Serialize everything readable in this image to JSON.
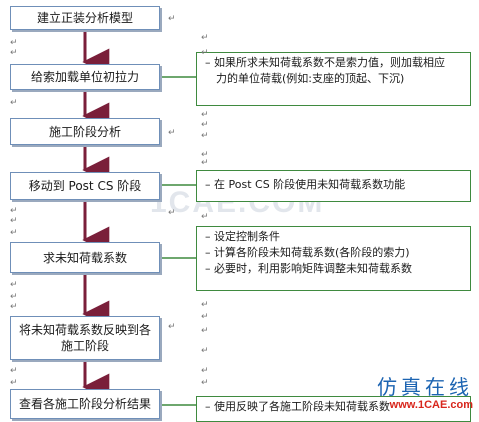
{
  "flow_steps": [
    {
      "label": "建立正装分析模型"
    },
    {
      "label": "给索加载单位初拉力"
    },
    {
      "label": "施工阶段分析"
    },
    {
      "label": "移动到 Post CS 阶段"
    },
    {
      "label": "求未知荷载系数"
    },
    {
      "label": "将未知荷载系数反映到各施工阶段"
    },
    {
      "label": "查看各施工阶段分析结果"
    }
  ],
  "notes": [
    {
      "lines": [
        "如果所求未知荷载系数不是索力值，则加载相应",
        "力的单位荷载(例如:支座的顶起、下沉)"
      ]
    },
    {
      "lines": [
        "在 Post CS 阶段使用未知荷载系数功能"
      ]
    },
    {
      "lines": [
        "设定控制条件",
        "计算各阶段未知荷载系数(各阶段的索力)",
        "必要时，利用影响矩阵调整未知荷载系数"
      ]
    },
    {
      "lines": [
        "使用反映了各施工阶段未知荷载系数"
      ]
    }
  ],
  "watermark": "1CAE.COM",
  "brand": {
    "name": "仿真在线",
    "url": "www.1CAE.com"
  },
  "paragraph_mark": "↵",
  "colors": {
    "arrow": "#7a1f3a",
    "note_border": "#3f8a3f",
    "box_border": "#6f8fb8",
    "box_shadow": "#9aa9be"
  }
}
